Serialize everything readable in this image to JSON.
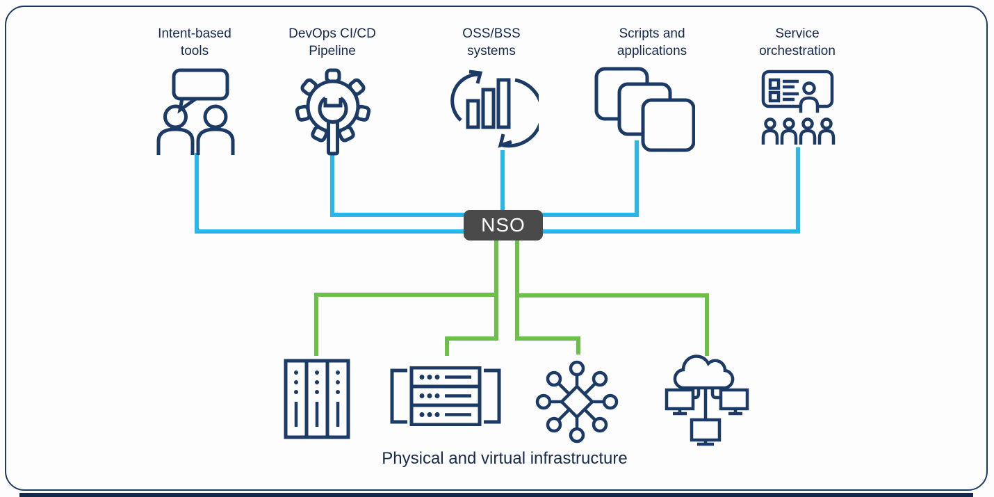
{
  "colors": {
    "background": "#fdfdfd",
    "accent_blue": "#29b7ea",
    "accent_green": "#6cc04a",
    "icon_navy": "#1b3a66",
    "label_text": "#15294e",
    "nso_box_bg": "#4a4a4b",
    "nso_text": "#ffffff",
    "frame_border": "#1e3a63",
    "bottom_bar": "#13294b"
  },
  "nso": {
    "label": "NSO"
  },
  "top_nodes": [
    {
      "id": "intent-based-tools",
      "label_line1": "Intent-based",
      "label_line2": "tools",
      "icon": "people-chat-icon"
    },
    {
      "id": "devops-cicd-pipeline",
      "label_line1": "DevOps CI/CD",
      "label_line2": "Pipeline",
      "icon": "gear-wrench-icon"
    },
    {
      "id": "oss-bss-systems",
      "label_line1": "OSS/BSS",
      "label_line2": "systems",
      "icon": "chart-cycle-icon"
    },
    {
      "id": "scripts-and-applications",
      "label_line1": "Scripts and",
      "label_line2": "applications",
      "icon": "stacked-windows-icon"
    },
    {
      "id": "service-orchestration",
      "label_line1": "Service",
      "label_line2": "orchestration",
      "icon": "dashboard-audience-icon"
    }
  ],
  "bottom_nodes": [
    {
      "id": "rack",
      "icon": "server-rack-icon"
    },
    {
      "id": "server",
      "icon": "bracketed-server-icon"
    },
    {
      "id": "network-node",
      "icon": "hub-spoke-node-icon"
    },
    {
      "id": "cloud",
      "icon": "cloud-devices-icon"
    }
  ],
  "bottom_label": "Physical and virtual infrastructure"
}
